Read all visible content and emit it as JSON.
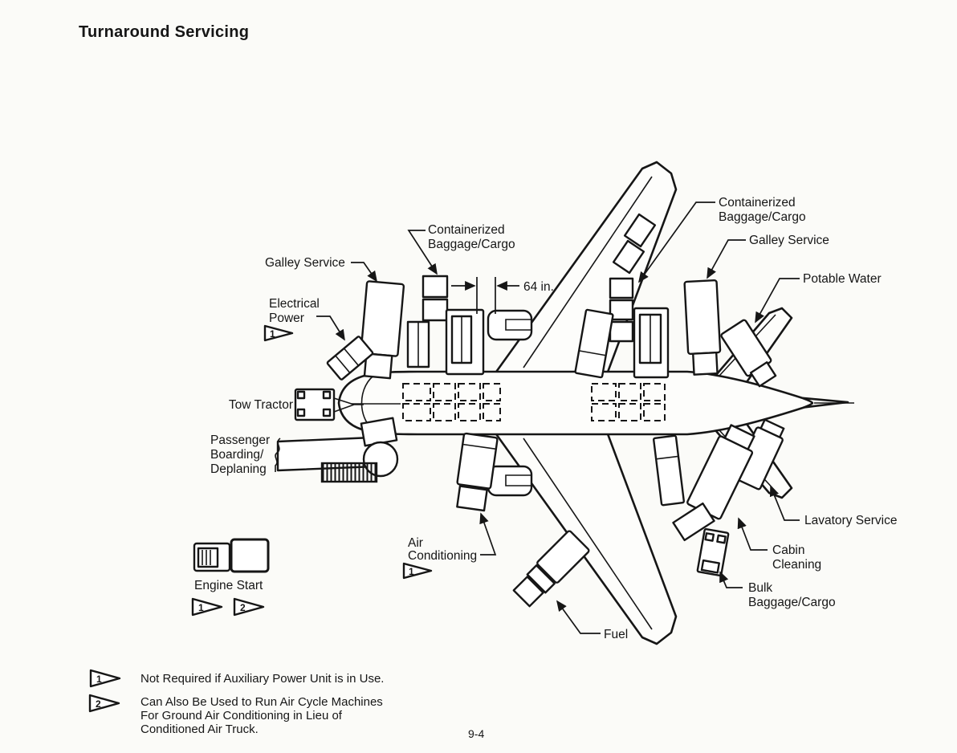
{
  "title": "Turnaround Servicing",
  "page_number": "9-4",
  "dimension_label": "64 in.",
  "flags": {
    "one": "1",
    "two": "2"
  },
  "labels": {
    "containerized_left": [
      "Containerized",
      "Baggage/Cargo"
    ],
    "galley_left": "Galley Service",
    "electrical": [
      "Electrical",
      "Power"
    ],
    "tow_tractor": "Tow Tractor",
    "passenger": [
      "Passenger",
      "Boarding/",
      "Deplaning"
    ],
    "air_conditioning": [
      "Air",
      "Conditioning"
    ],
    "fuel": "Fuel",
    "engine_start": "Engine Start",
    "containerized_right": [
      "Containerized",
      "Baggage/Cargo"
    ],
    "galley_right": "Galley Service",
    "potable_water": "Potable Water",
    "lavatory": "Lavatory Service",
    "cabin_cleaning": [
      "Cabin",
      "Cleaning"
    ],
    "bulk": [
      "Bulk",
      "Baggage/Cargo"
    ]
  },
  "footnotes": [
    {
      "flag": "1",
      "lines": [
        "Not Required if Auxiliary Power Unit is in Use."
      ]
    },
    {
      "flag": "2",
      "lines": [
        "Can Also Be Used to Run Air Cycle Machines",
        "For Ground Air Conditioning in Lieu of",
        "Conditioned Air Truck."
      ]
    }
  ],
  "colors": {
    "ink": "#161616",
    "paper": "#fbfbf8"
  }
}
